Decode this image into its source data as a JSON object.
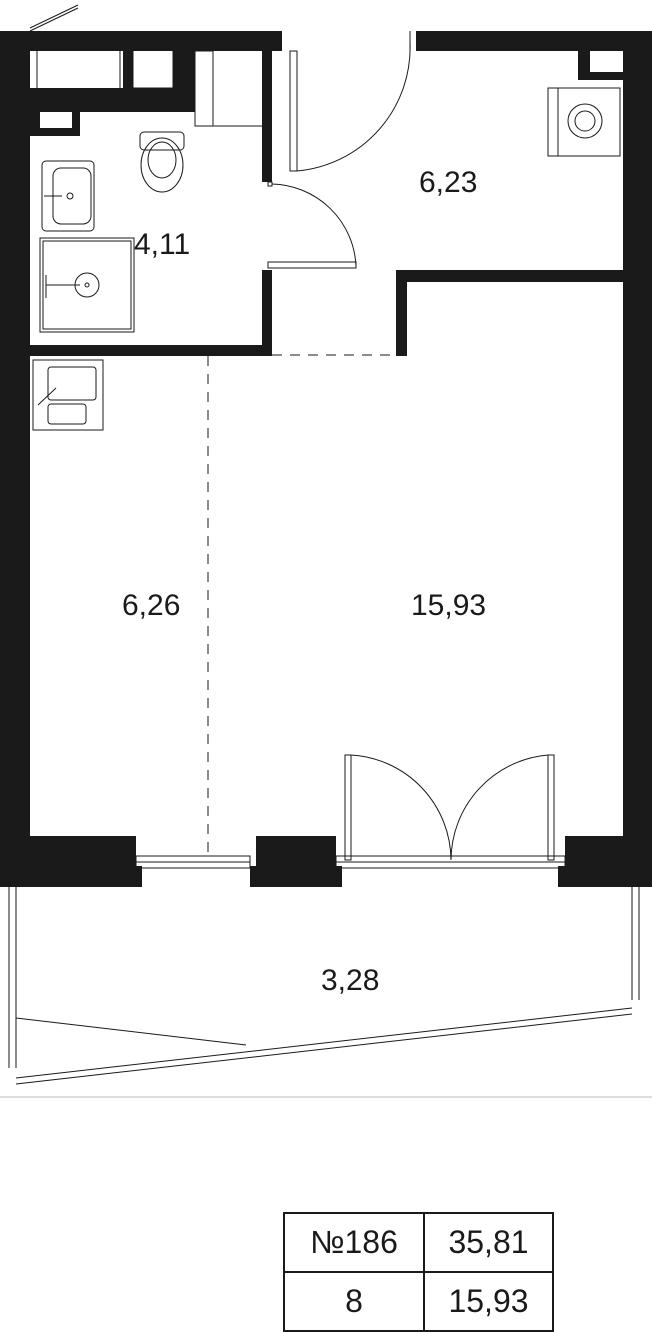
{
  "rooms": {
    "bathroom_area": "4,11",
    "hall_area": "6,23",
    "kitchen_area": "6,26",
    "living_area": "15,93",
    "balcony_area": "3,28"
  },
  "info": {
    "apartment_number": "№186",
    "total_area": "35,81",
    "floor": "8",
    "living_area": "15,93"
  }
}
